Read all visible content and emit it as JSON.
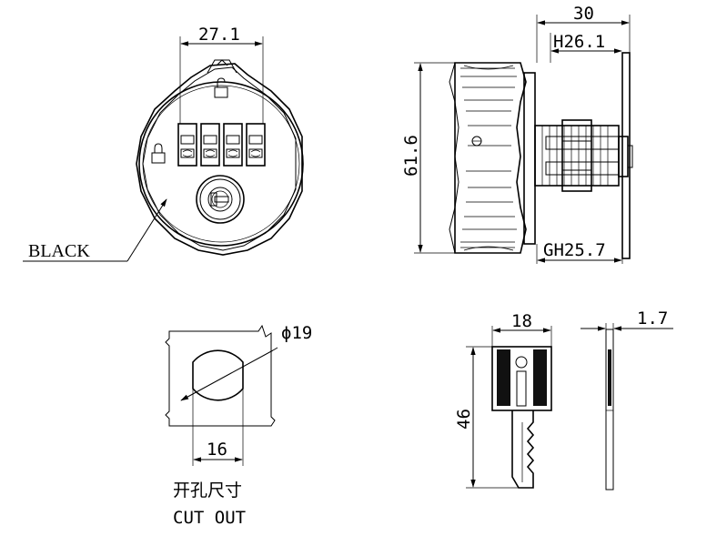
{
  "front_view": {
    "width_dim": "27.1",
    "color_label": "BLACK"
  },
  "side_view": {
    "total_depth_dim": "30",
    "h_dim": "H26.1",
    "height_dim": "61.6",
    "gh_dim": "GH25.7"
  },
  "cutout": {
    "diameter_dim": "ϕ19",
    "flat_width_dim": "16",
    "title_cn": "开孔尺寸",
    "title_en": "CUT OUT"
  },
  "key_view": {
    "width_dim": "18",
    "length_dim": "46",
    "thickness_dim": "1.7"
  }
}
